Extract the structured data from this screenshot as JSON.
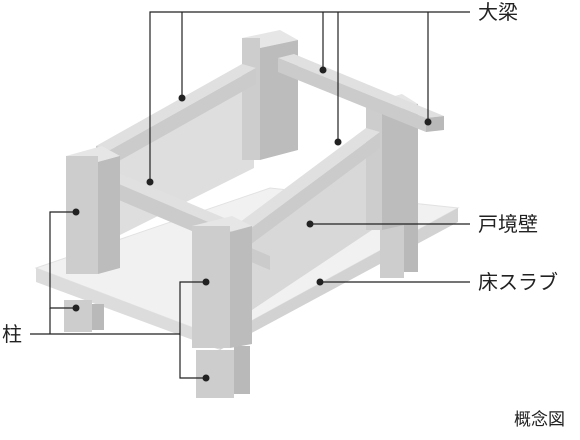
{
  "labels": {
    "beam": "大梁",
    "wall": "戸境壁",
    "slab": "床スラブ",
    "column": "柱"
  },
  "caption": "概念図",
  "colors": {
    "slab_top": "#f1f1f1",
    "slab_side": "#dcdcdc",
    "column_front": "#cdcdcd",
    "column_side": "#b9b9b9",
    "column_top": "#e6e6e6",
    "beam_front": "#cbcbcb",
    "beam_top": "#e0e0e0",
    "wall": "#dadada",
    "leader": "#222222",
    "dot": "#222222",
    "text": "#222222"
  }
}
